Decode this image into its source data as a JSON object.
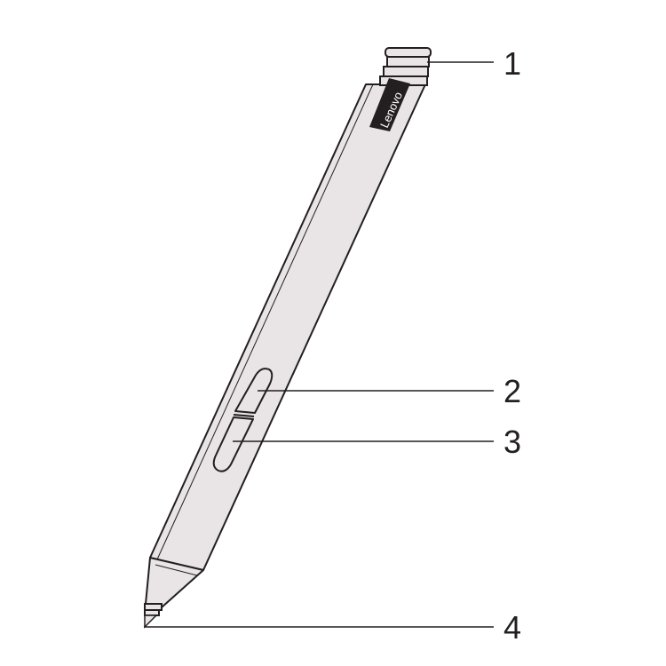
{
  "diagram": {
    "brand_logo_text": "Lenovo",
    "colors": {
      "body": "#e9e4e5",
      "outline": "#231f20",
      "logo_bg": "#231f20",
      "background": "#ffffff"
    },
    "callouts": [
      {
        "number": "1"
      },
      {
        "number": "2"
      },
      {
        "number": "3"
      },
      {
        "number": "4"
      }
    ]
  }
}
